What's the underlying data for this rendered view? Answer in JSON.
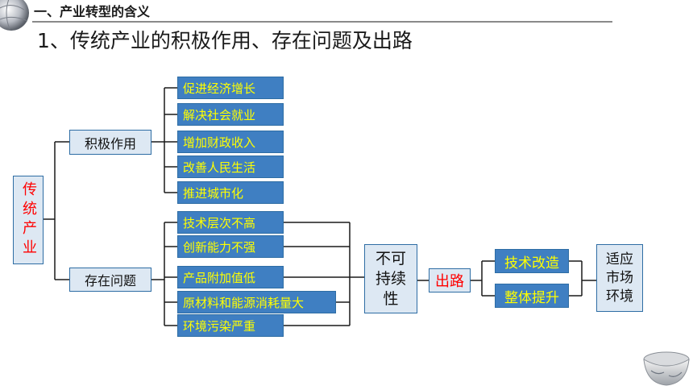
{
  "header": {
    "section_title": "一、产业转型的含义",
    "slide_title": "1、传统产业的积极作用、存在问题及出路"
  },
  "diagram": {
    "root": [
      "传",
      "统",
      "产",
      "业"
    ],
    "branch_positive": "积极作用",
    "branch_problems": "存在问题",
    "positive_items": [
      "促进经济增长",
      "解决社会就业",
      "增加财政收入",
      "改善人民生活",
      "推进城市化"
    ],
    "problem_items": [
      "技术层次不高",
      "创新能力不强",
      "产品附加值低",
      "原材料和能源消耗量大",
      "环境污染严重"
    ],
    "unsustainable": [
      "不可",
      "持续",
      "性"
    ],
    "outlet": "出路",
    "solutions": [
      "技术改造",
      "整体提升"
    ],
    "result": [
      "适应",
      "市场",
      "环境"
    ]
  },
  "colors": {
    "box_border": "#2e6da4",
    "item_fill": "#3f7fc2",
    "item_text": "#ffff00",
    "node_fill": "#dde8f3",
    "accent_red": "#ff0000",
    "line": "#1a1a1a"
  },
  "icons": [
    "globe-icon",
    "porcelain-bowl-icon"
  ]
}
